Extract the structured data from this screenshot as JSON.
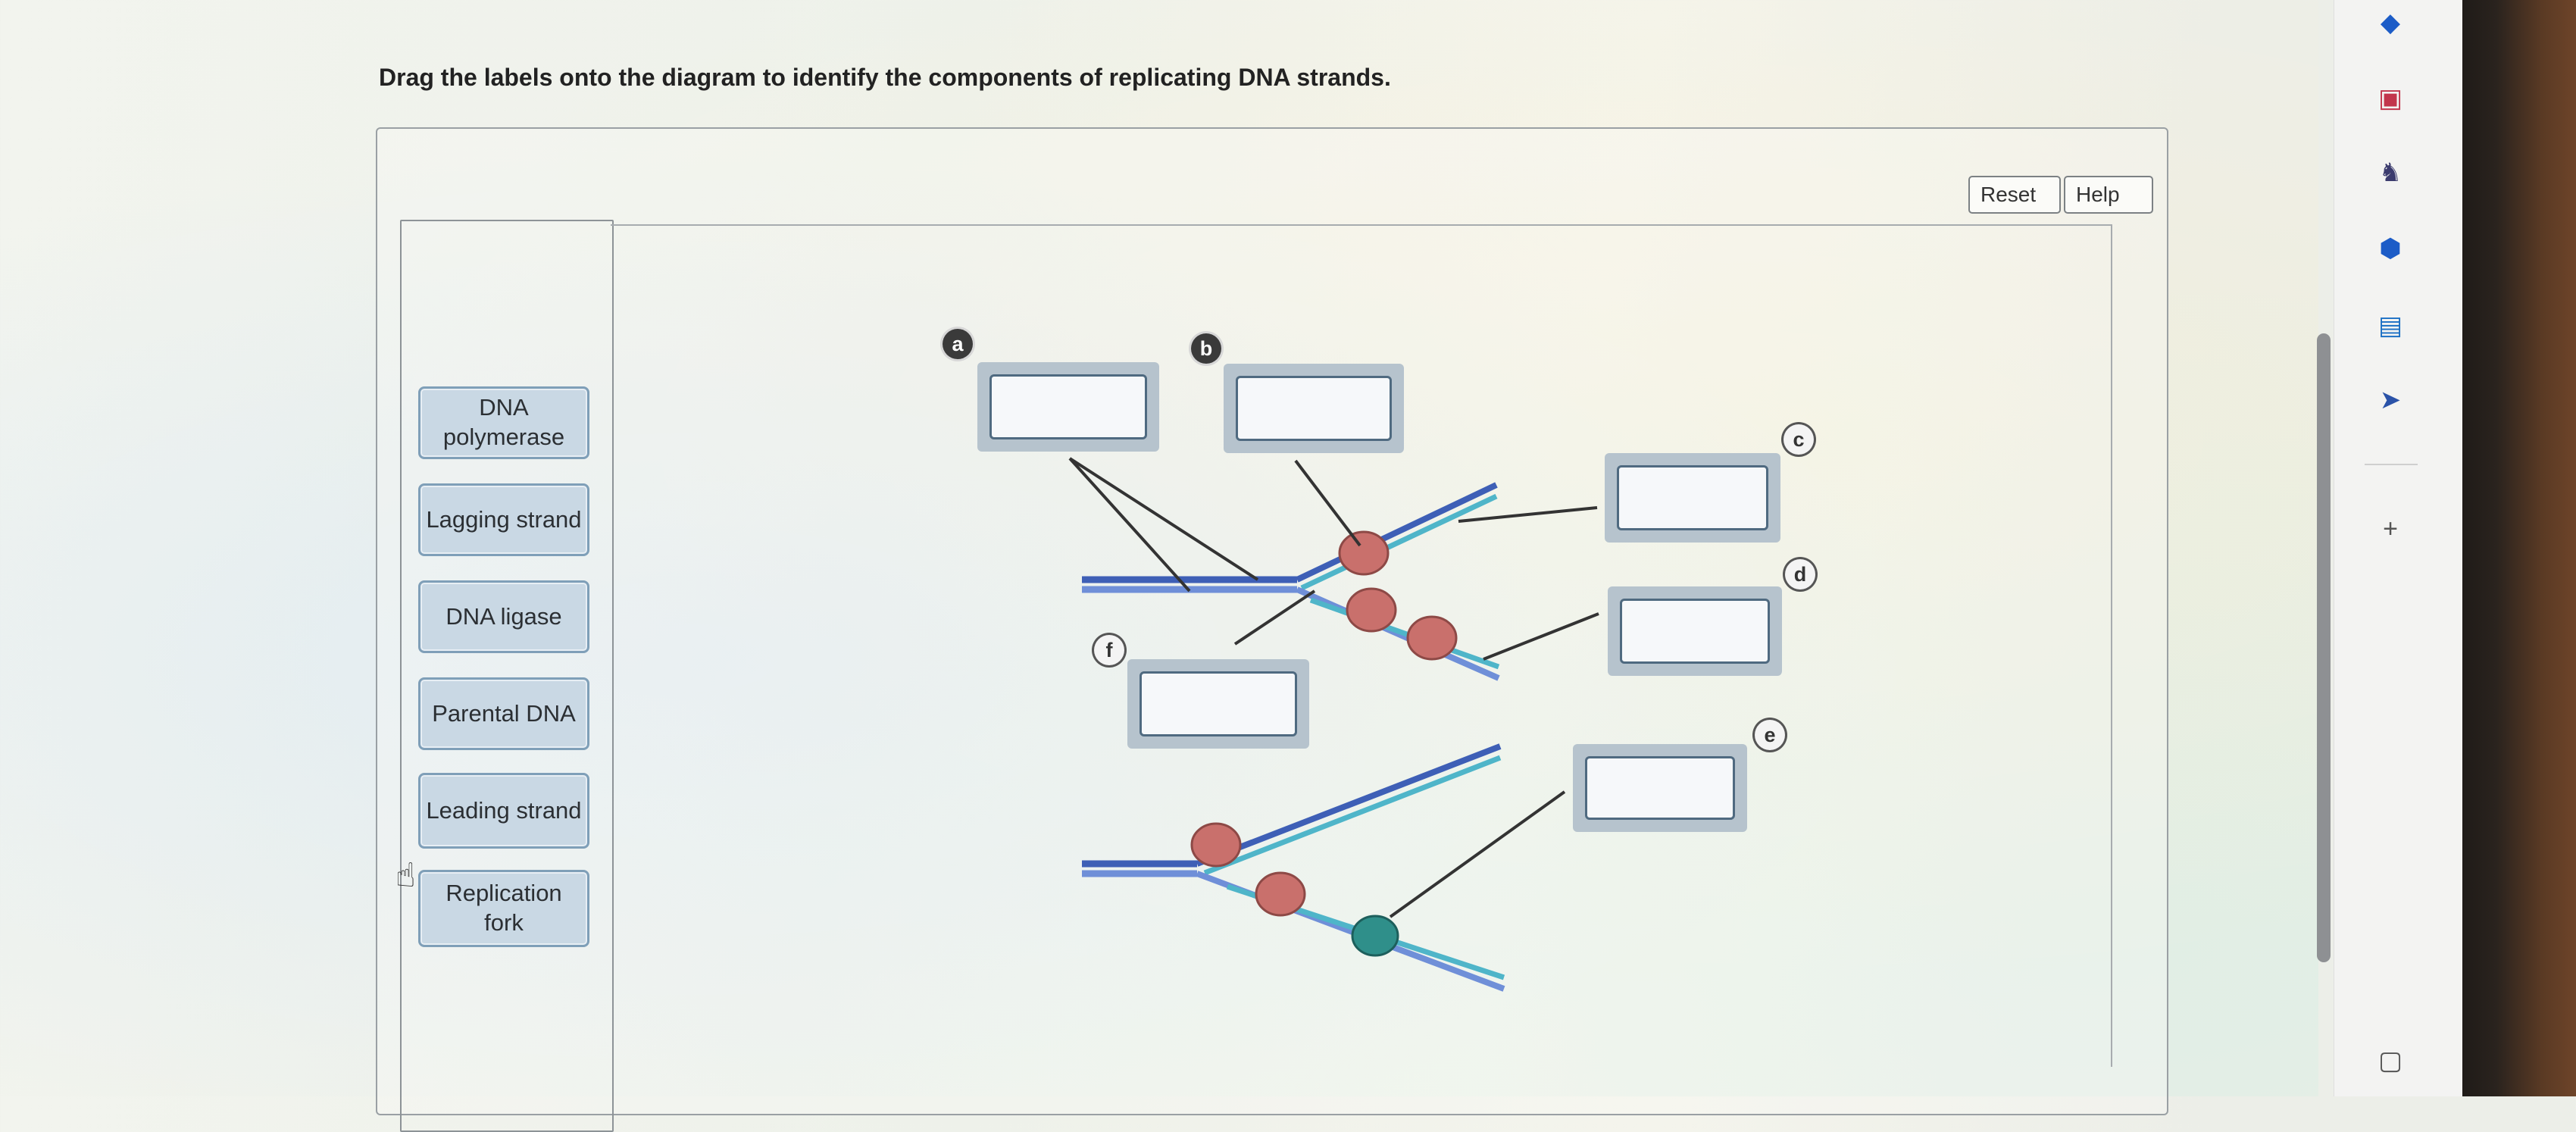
{
  "instructions": "Drag the labels onto the diagram to identify the components of replicating DNA strands.",
  "toolbar": {
    "reset_label": "Reset",
    "help_label": "Help"
  },
  "label_bank": [
    {
      "line1": "DNA",
      "line2": "polymerase"
    },
    {
      "line1": "Lagging strand",
      "line2": ""
    },
    {
      "line1": "DNA ligase",
      "line2": ""
    },
    {
      "line1": "Parental DNA",
      "line2": ""
    },
    {
      "line1": "Leading strand",
      "line2": ""
    },
    {
      "line1": "Replication",
      "line2": "fork"
    }
  ],
  "diagram": {
    "target_letters": [
      "a",
      "b",
      "c",
      "d",
      "e",
      "f"
    ],
    "colors": {
      "strand_blue": "#6f8fd8",
      "strand_dark": "#3e5fb6",
      "new_strand_teal": "#4fb5c9",
      "polymerase": "#c9706c",
      "ligase": "#2f8f8a"
    }
  },
  "sidebar_icons": [
    "bookmark-icon",
    "toolbox-icon",
    "chess-icon",
    "gear-icon",
    "outlook-icon",
    "send-icon",
    "plus-icon",
    "window-icon"
  ]
}
